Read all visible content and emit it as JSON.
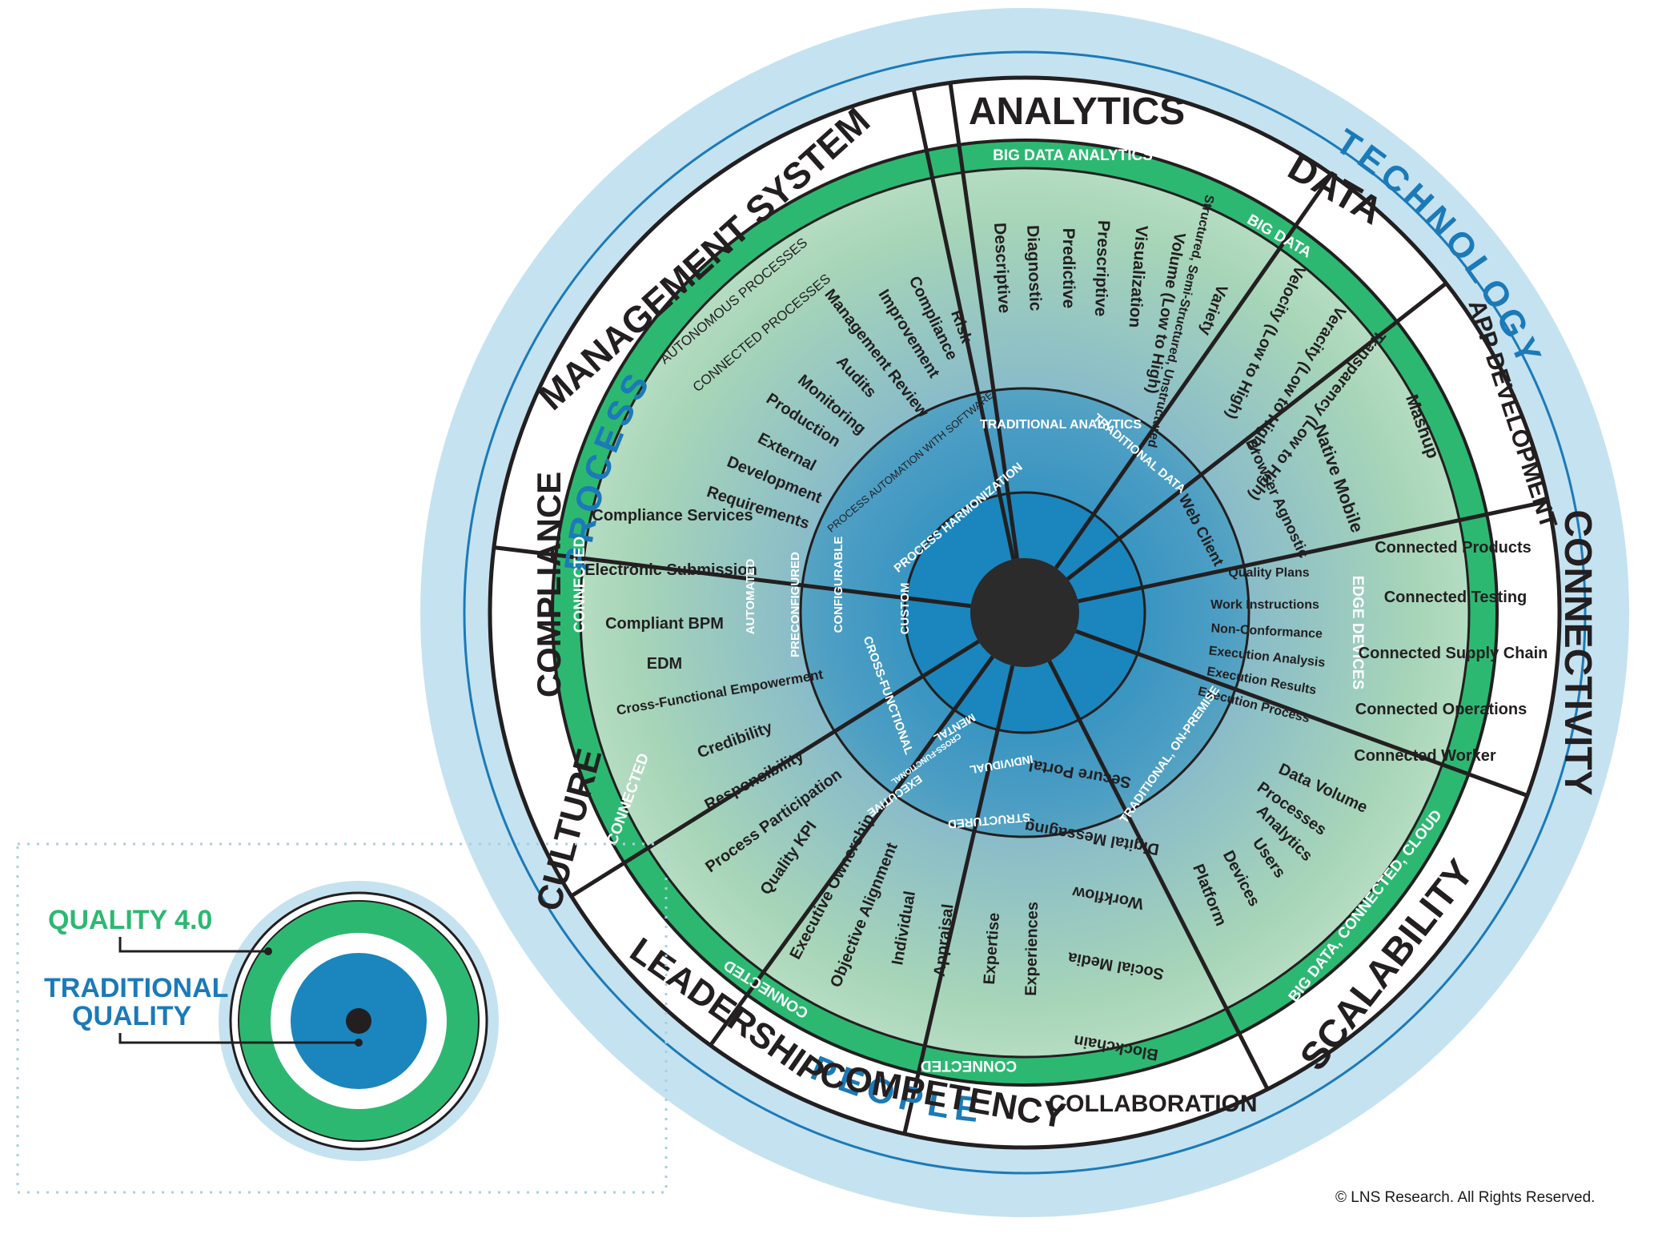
{
  "colors": {
    "outer_ring": "#c5e2f0",
    "outer_ring_text": "#1b7ab8",
    "white": "#ffffff",
    "dark": "#231f20",
    "green": "#2db872",
    "light_green": "#c8e6cf",
    "mid_green": "#9fd0ae",
    "blue": "#1a86bd",
    "light_blue": "#a9c6e2",
    "hub": "#2b2b2b"
  },
  "outer_labels": {
    "process": "PROCESS",
    "technology": "TECHNOLOGY",
    "people": "PEOPLE"
  },
  "sectors": [
    {
      "id": "analytics",
      "title": "ANALYTICS",
      "band": "BIG DATA ANALYTICS",
      "traditional": "TRADITIONAL ANALYTICS",
      "items": [
        "Descriptive",
        "Diagnostic",
        "Predictive",
        "Prescriptive",
        "Visualization"
      ]
    },
    {
      "id": "data",
      "title": "DATA",
      "band": "BIG DATA",
      "traditional": "TRADITIONAL DATA",
      "items": [
        "Volume (Low to High)",
        "Variety",
        "Structured, Semi-Structured, Unstructured",
        "Velocity (Low to High)",
        "Veracity (Low to High)",
        "Transparency (Low to High)"
      ]
    },
    {
      "id": "app_development",
      "title": "APP DEVELOPMENT",
      "items": [
        "Mashup",
        "Native Mobile",
        "Browser Agnostic",
        "Web Client"
      ]
    },
    {
      "id": "connectivity",
      "title": "CONNECTIVITY",
      "band": "EDGE DEVICES",
      "outer_items": [
        "Connected Products",
        "Connected Testing",
        "Connected Supply Chain",
        "Connected Operations",
        "Connected Worker"
      ],
      "inner_items": [
        "Quality Plans",
        "Work Instructions",
        "Non-Conformance",
        "Execution Analysis",
        "Execution Results",
        "Execution Process"
      ]
    },
    {
      "id": "scalability",
      "title": "SCALABILITY",
      "band": "BIG DATA, CONNECTED, CLOUD",
      "traditional": "TRADITIONAL, ON-PREMISE",
      "items": [
        "Data Volume",
        "Processes",
        "Analytics",
        "Users",
        "Devices",
        "Platform"
      ]
    },
    {
      "id": "collaboration",
      "title": "COLLABORATION",
      "items": [
        "Blockchain",
        "Social Media",
        "Workflow",
        "Digital Messaging",
        "Secure Portal"
      ]
    },
    {
      "id": "competency",
      "title": "COMPETENCY",
      "band": "CONNECTED",
      "items": [
        "Individual",
        "Appraisal",
        "Expertise",
        "Experiences"
      ],
      "inner": [
        "STRUCTURED",
        "INDIVIDUAL"
      ]
    },
    {
      "id": "leadership",
      "title": "LEADERSHIP",
      "band": "CONNECTED",
      "items": [
        "Quality KPI",
        "Executive Ownership",
        "Objective Alignment"
      ],
      "inner": [
        "EXECUTIVE",
        "CROSS-FUNCTIONAL",
        "MENTAL"
      ]
    },
    {
      "id": "culture",
      "title": "CULTURE",
      "band": "CONNECTED",
      "items": [
        "Cross-Functional Empowerment",
        "Credibility",
        "Responsibility",
        "Process Participation"
      ],
      "inner": [
        "CROSS-FUNCTIONAL"
      ]
    },
    {
      "id": "compliance",
      "title": "COMPLIANCE",
      "band": "CONNECTED",
      "items": [
        "Compliance Services",
        "Electronic Submission",
        "Compliant BPM",
        "EDM"
      ],
      "rings": [
        "AUTOMATED",
        "PRECONFIGURED",
        "CONFIGURABLE",
        "CUSTOM"
      ]
    },
    {
      "id": "management_system",
      "title": "MANAGEMENT SYSTEM",
      "rings": [
        "AUTONOMOUS PROCESSES",
        "CONNECTED PROCESSES",
        "PROCESS AUTOMATION WITH SOFTWARE",
        "PROCESS HARMONIZATION"
      ],
      "items": [
        "Requirements",
        "Development",
        "External",
        "Production",
        "Monitoring",
        "Audits",
        "Management Review",
        "Improvement",
        "Compliance",
        "Risk"
      ]
    }
  ],
  "legend": {
    "quality_40": "QUALITY 4.0",
    "traditional_quality_line1": "TRADITIONAL",
    "traditional_quality_line2": "QUALITY"
  },
  "copyright": "© LNS Research. All Rights Reserved."
}
